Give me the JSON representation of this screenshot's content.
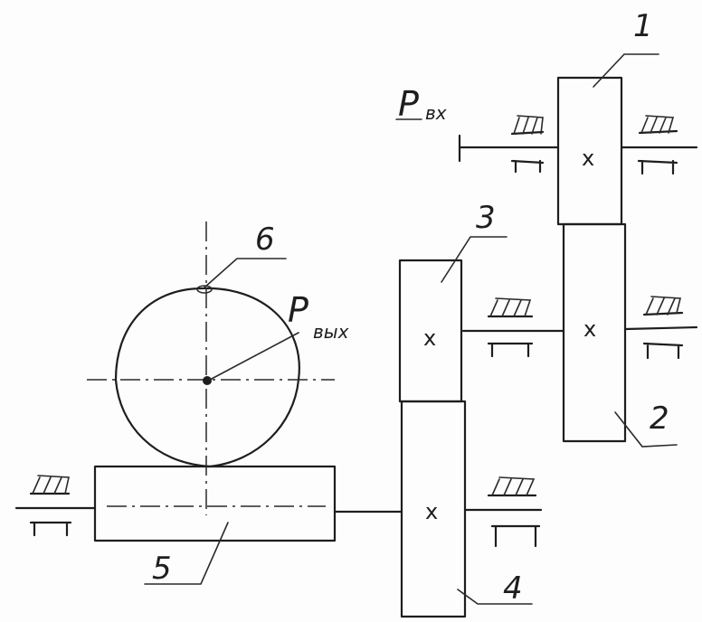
{
  "diagram": {
    "part_numbers": {
      "part_1": "1",
      "part_2": "2",
      "part_3": "3",
      "part_4": "4",
      "part_5": "5",
      "part_6": "6"
    },
    "shaft_marker": "x",
    "input_power": {
      "symbol": "P",
      "subscript": "вх"
    },
    "output_power": {
      "symbol": "P",
      "subscript": "вых"
    },
    "ink_color": "#1e1e1e"
  }
}
